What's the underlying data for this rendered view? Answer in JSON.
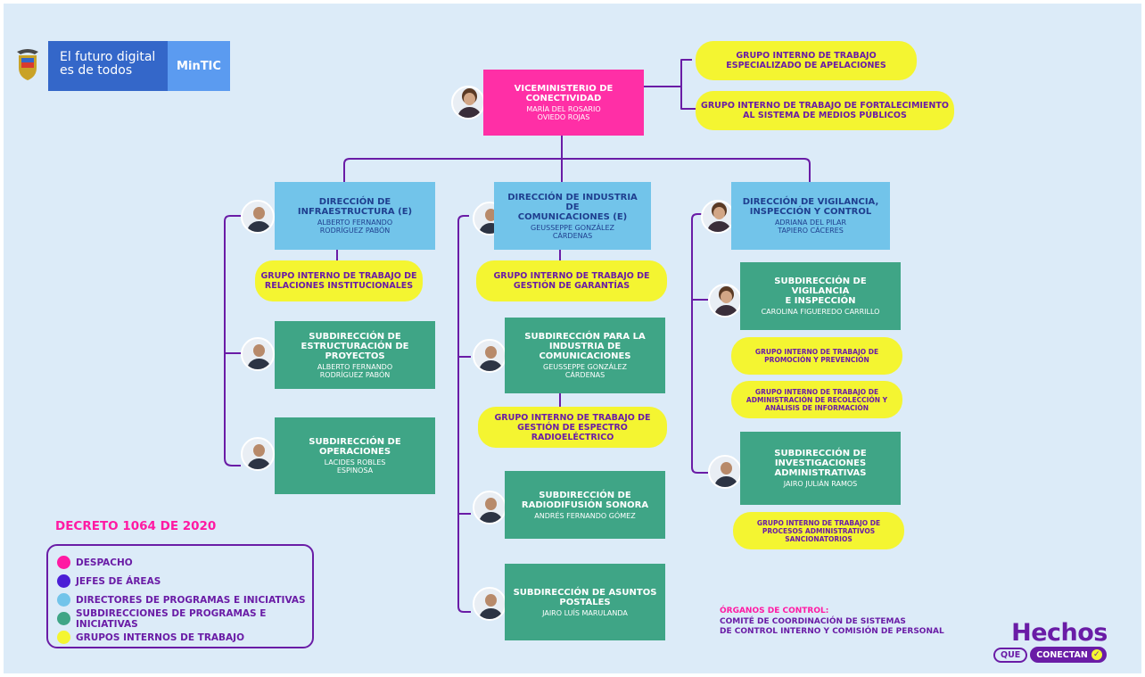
{
  "brand": {
    "tagline": "El futuro digital\nes de todos",
    "ministry": "MinTIC"
  },
  "despacho": {
    "title": "VICEMINISTERIO DE\nCONECTIVIDAD",
    "person": "MARÍA DEL ROSARIO\nOVIEDO ROJAS"
  },
  "top_groups": [
    "GRUPO INTERNO DE TRABAJO\nESPECIALIZADO DE APELACIONES",
    "GRUPO INTERNO DE TRABAJO DE FORTALECIMIENTO\nAL SISTEMA DE MEDIOS PÚBLICOS"
  ],
  "col1": {
    "director": {
      "title": "DIRECCIÓN DE\nINFRAESTRUCTURA (E)",
      "person": "ALBERTO FERNANDO\nRODRÍGUEZ PABÓN"
    },
    "group": "GRUPO INTERNO DE TRABAJO DE\nRELACIONES INSTITUCIONALES",
    "sub1": {
      "title": "SUBDIRECCIÓN DE\nESTRUCTURACIÓN DE\nPROYECTOS",
      "person": "ALBERTO FERNANDO\nRODRÍGUEZ PABÓN"
    },
    "sub2": {
      "title": "SUBDIRECCIÓN DE\nOPERACIONES",
      "person": "LACIDES ROBLES\nESPINOSA"
    }
  },
  "col2": {
    "director": {
      "title": "DIRECCIÓN DE INDUSTRIA DE\nCOMUNICACIONES (E)",
      "person": "GEUSSEPPE GONZÁLEZ\nCÁRDENAS"
    },
    "group1": "GRUPO INTERNO DE TRABAJO DE\nGESTIÓN DE GARANTÍAS",
    "sub1": {
      "title": "SUBDIRECCIÓN PARA LA\nINDUSTRIA DE\nCOMUNICACIONES",
      "person": "GEUSSEPPE GONZÁLEZ\nCÁRDENAS"
    },
    "group2": "GRUPO INTERNO DE TRABAJO DE\nGESTIÓN DE ESPECTRO RADIOELÉCTRICO",
    "sub2": {
      "title": "SUBDIRECCIÓN DE\nRADIODIFUSIÓN SONORA",
      "person": "ANDRÉS FERNANDO GÓMEZ"
    },
    "sub3": {
      "title": "SUBDIRECCIÓN DE ASUNTOS\nPOSTALES",
      "person": "JAIRO LUÍS MARULANDA"
    }
  },
  "col3": {
    "director": {
      "title": "DIRECCIÓN DE VIGILANCIA,\nINSPECCIÓN Y CONTROL",
      "person": "ADRIANA DEL PILAR\nTAPIERO CÁCERES"
    },
    "sub1": {
      "title": "SUBDIRECCIÓN DE VIGILANCIA\nE INSPECCIÓN",
      "person": "CAROLINA FIGUEREDO CARRILLO"
    },
    "group1": "GRUPO INTERNO DE TRABAJO DE\nPROMOCIÓN Y PREVENCIÓN",
    "group2": "GRUPO INTERNO DE TRABAJO DE\nADMINISTRACIÓN DE RECOLECCIÓN Y\nANÁLISIS DE INFORMACIÓN",
    "sub2": {
      "title": "SUBDIRECCIÓN DE\nINVESTIGACIONES\nADMINISTRATIVAS",
      "person": "JAIRO JULIÁN RAMOS"
    },
    "group3": "GRUPO INTERNO DE TRABAJO DE\nPROCESOS ADMINISTRATIVOS\nSANCIONATORIOS"
  },
  "decreto": "DECRETO 1064 DE 2020",
  "legend": [
    {
      "label": "DESPACHO",
      "color": "#ff1aa3"
    },
    {
      "label": "JEFES DE ÁREAS",
      "color": "#4b1fd6"
    },
    {
      "label": "DIRECTORES DE PROGRAMAS E INICIATIVAS",
      "color": "#72c4ea"
    },
    {
      "label": "SUBDIRECCIONES DE PROGRAMAS E INICIATIVAS",
      "color": "#3fa586"
    },
    {
      "label": "GRUPOS INTERNOS DE TRABAJO",
      "color": "#f4f531"
    }
  ],
  "organos": {
    "heading": "ÓRGANOS DE CONTROL:",
    "line1": "COMITÉ DE COORDINACIÓN DE SISTEMAS",
    "line2": "DE CONTROL INTERNO Y COMISIÓN DE PERSONAL"
  },
  "slogan": {
    "big": "Hechos",
    "que": "QUE",
    "conectan": "CONECTAN"
  }
}
